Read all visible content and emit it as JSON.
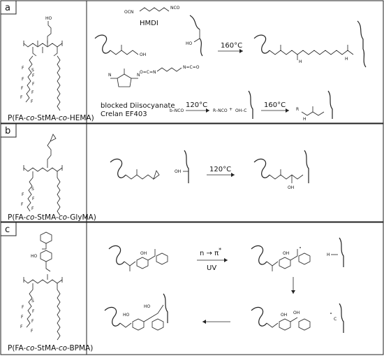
{
  "panels": [
    {
      "letter": "a",
      "caption_pre": "P(FA-",
      "caption_co1": "co",
      "caption_mid": "-StMA-",
      "caption_co2": "co",
      "caption_post": "-HEMA)",
      "reagent1": "HMDI",
      "reagent1_end_left": "OCN",
      "reagent1_end_right": "NCO",
      "temp1": "160°C",
      "reagent2_line1": "blocked Diisocyanate",
      "reagent2_line2": "Crelan EF403",
      "temp2": "120°C",
      "temp3": "160°C",
      "fragment_nco": "b–NCO",
      "fragment_rnco": "R–NCO",
      "fragment_oh": "OH–C",
      "plus": "+"
    },
    {
      "letter": "b",
      "caption_pre": "P(FA-",
      "caption_co1": "co",
      "caption_mid": "-StMA-",
      "caption_co2": "co",
      "caption_post": "-GlyMA)",
      "temp": "120°C",
      "oh": "OH"
    },
    {
      "letter": "c",
      "caption_pre": "P(FA-",
      "caption_co1": "co",
      "caption_mid": "-StMA-",
      "caption_co2": "co",
      "caption_post": "-BPMA)",
      "transition": "n → π",
      "star": "*",
      "uv": "UV",
      "ho": "HO",
      "oh": "OH",
      "h": "H",
      "c": "C"
    }
  ]
}
